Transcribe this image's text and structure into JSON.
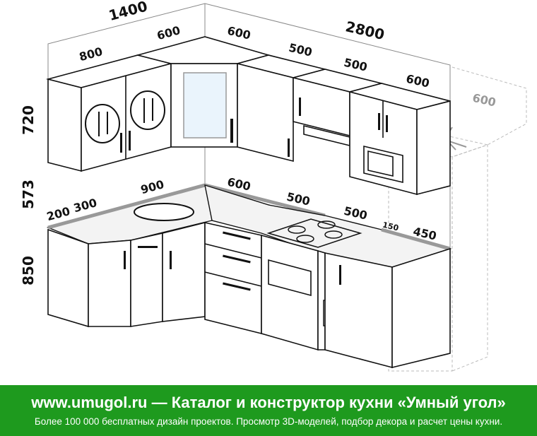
{
  "dimensions": {
    "left_total": "1400",
    "left_upper_800": "800",
    "left_upper_corner_600": "600",
    "right_upper_corner_600": "600",
    "right_total": "2800",
    "right_upper_500a": "500",
    "right_upper_500b": "500",
    "right_upper_600": "600",
    "fridge_600": "600",
    "height_upper": "720",
    "height_gap": "573",
    "height_base": "850",
    "base_200": "200",
    "base_300": "300",
    "base_900": "900",
    "base_600": "600",
    "base_500a": "500",
    "base_500b": "500",
    "base_150": "150",
    "base_450": "450"
  },
  "colors": {
    "banner": "#1e9a1e",
    "glass": "#eaf4fc",
    "fridge_outline": "#bbbbbb"
  },
  "banner": {
    "title": "www.umugol.ru — Каталог и конструктор кухни «Умный угол»",
    "subtitle": "Более 100 000 бесплатных дизайн проектов. Просмотр 3D-моделей, подбор декора и расчет цены кухни."
  }
}
